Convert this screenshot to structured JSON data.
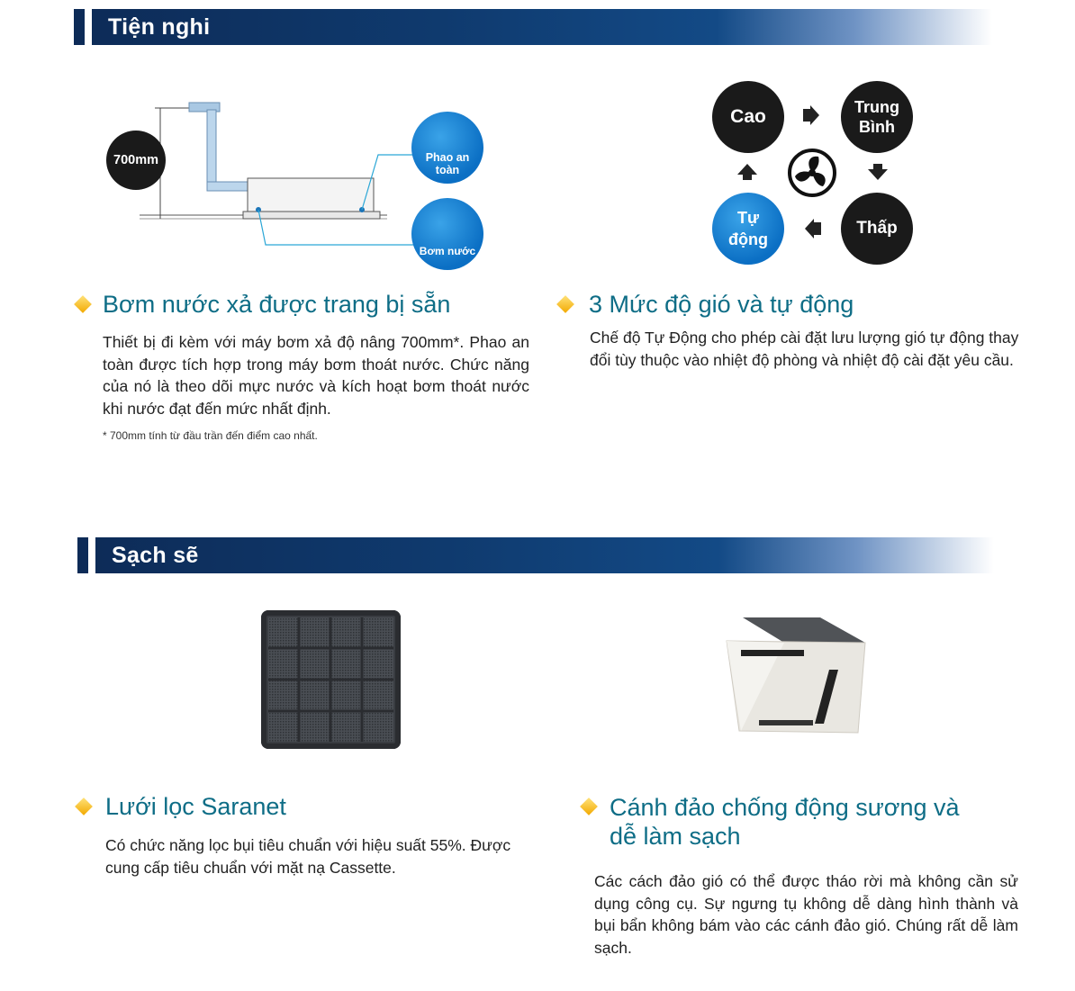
{
  "section1": {
    "title": "Tiện nghi"
  },
  "section2": {
    "title": "Sạch sẽ"
  },
  "diagram": {
    "height_label": "700mm",
    "float_label": "Phao an toàn",
    "pump_label": "Bơm nước"
  },
  "fan_modes": {
    "high": "Cao",
    "medium": "Trung Bình",
    "low": "Thấp",
    "auto": "Tự động"
  },
  "feature_pump": {
    "heading": "Bơm nước xả được trang bị sẵn",
    "text": "Thiết bị đi kèm với máy bơm xả độ nâng 700mm*. Phao an toàn được tích hợp trong máy bơm thoát nước. Chức năng của nó là theo dõi mực nước và kích hoạt bơm thoát nước khi nước đạt đến mức nhất định.",
    "note": "* 700mm tính từ đầu trần đến điểm cao nhất."
  },
  "feature_fan": {
    "heading": "3 Mức độ gió và tự động",
    "text": "Chế độ Tự Động cho phép cài đặt lưu lượng gió tự động thay đổi tùy thuộc vào nhiệt độ phòng và nhiệt độ cài đặt yêu cầu."
  },
  "feature_filter": {
    "heading": "Lưới lọc Saranet",
    "text": "Có chức năng lọc bụi tiêu chuẩn với hiệu suất 55%. Được cung cấp tiêu chuẩn với mặt nạ Cassette."
  },
  "feature_flap": {
    "heading_line1": "Cánh đảo chống động sương và",
    "heading_line2": "dễ làm sạch",
    "text": "Các cách đảo gió có thể được tháo rời mà không cần sử dụng công cụ. Sự ngưng tụ không dễ dàng hình thành và bụi bẩn không bám vào các cánh đảo gió. Chúng rất dễ làm sạch."
  }
}
